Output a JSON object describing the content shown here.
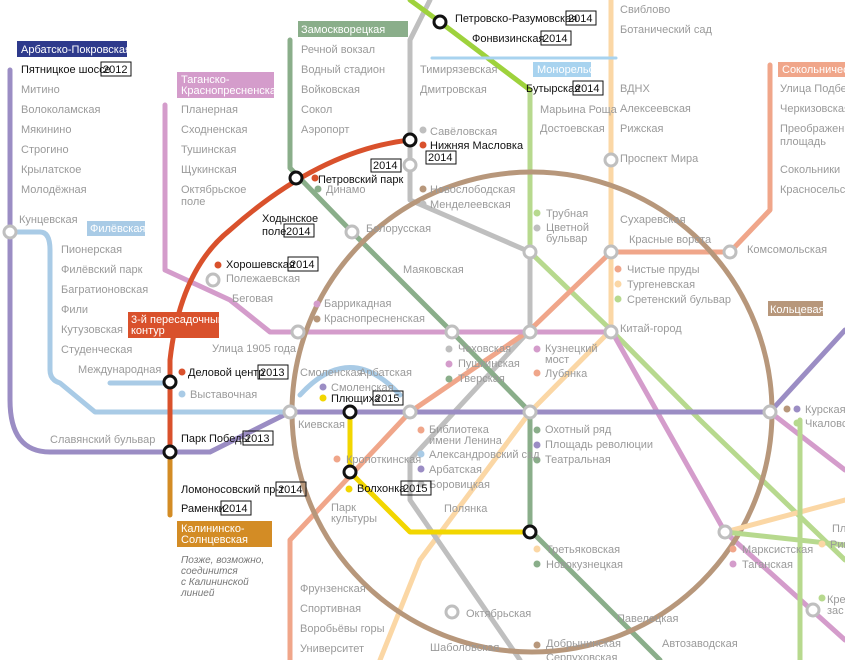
{
  "lines": {
    "arbatsko": {
      "name": "Арбатско-Покровская",
      "color": "#2e3a8c"
    },
    "zamoskvor": {
      "name": "Замоскворецкая",
      "color": "#8aae8a"
    },
    "taganko": {
      "name": "Таганско-Краснопресненская",
      "color": "#d49ccb"
    },
    "filevskaya": {
      "name": "Филёвская",
      "color": "#a9cbe6"
    },
    "third": {
      "name": "3-й пересадочный контур",
      "color": "#d9512c"
    },
    "koltsevaya": {
      "name": "Кольцевая",
      "color": "#b7977b"
    },
    "kalinin": {
      "name": "Калининско-Солнцевская",
      "color": "#d38c25"
    },
    "monorail": {
      "name": "Монорельс",
      "color": "#a8d3ef"
    },
    "sokolnich": {
      "name": "Сокольническая",
      "color": "#f0a68a"
    },
    "lublin": {
      "color": "#b7d98e"
    },
    "kaluzh": {
      "color": "#fbd7a5"
    },
    "serpukh": {
      "color": "#b8b8b8"
    },
    "purple": {
      "color": "#9b8dc4"
    },
    "yellow": {
      "color": "#f2d600"
    }
  },
  "new_years": {
    "petrovsko": "2014",
    "fonvizin": "2014",
    "butyr": "2014",
    "pyatnit": "2012",
    "nizhnyaya": "2014",
    "petrpark": "2014",
    "khodyn": "2014",
    "khoroshev": "2014",
    "delovoy": "2013",
    "plyushikha": "2015",
    "parkpob": "2013",
    "lomonos": "2014",
    "ramenki": "2014",
    "volkhonka": "2015"
  },
  "stations": {
    "petrovsko": "Петровско-Разумовская",
    "fonvizin": "Фонвизинская",
    "butyr": "Бутырская",
    "timiryaz": "Тимирязевская",
    "dmitrov": "Дмитровская",
    "savel": "Савёловская",
    "nizhnyaya": "Нижняя Масловка",
    "petrpark": "Петровский парк",
    "dinamo": "Динамо",
    "khodyn1": "Ходынское",
    "khodyn2": "поле",
    "khoroshev": "Хорошевская",
    "polezh": "Полежаевская",
    "begovaya": "Беговая",
    "ul1905": "Улица 1905 года",
    "delovoy": "Деловой центр",
    "vystav": "Выставочная",
    "mezhdunar": "Международная",
    "parkpob": "Парк Победы",
    "lomonos": "Ломоносовский пр-т",
    "ramenki": "Раменки",
    "rechnoy": "Речной вокзал",
    "vodny": "Водный стадион",
    "voykov": "Войковская",
    "sokol": "Сокол",
    "aeroport": "Аэропорт",
    "planern": "Планерная",
    "skhodn": "Сходненская",
    "tushin": "Тушинская",
    "shchukin": "Щукинская",
    "oktpole1": "Октябрьское",
    "oktpole2": "поле",
    "pyatnit": "Пятницкое шоссе",
    "mitino": "Митино",
    "volokol": "Волоколамская",
    "myakin": "Мякинино",
    "strogino": "Строгино",
    "krylat": "Крылатское",
    "molodezh": "Молодёжная",
    "kuntsev": "Кунцевская",
    "pionersk": "Пионерская",
    "filpark": "Филёвский парк",
    "bagrat": "Багратионовская",
    "fili": "Фили",
    "kutuz": "Кутузовская",
    "studench": "Студенческая",
    "slavyansk": "Славянский бульвар",
    "novoslob": "Новослободская",
    "mendel": "Менделеевская",
    "belorus": "Белорусская",
    "mayakov": "Маяковская",
    "barrik": "Баррикадная",
    "krasnopr": "Краснопресненская",
    "smolensk1": "Смоленская",
    "arbatsk1": "Арбатская",
    "smolensk2": "Смоленская",
    "plyushikha": "Плющиха",
    "kievsk": "Киевская",
    "chekhov": "Чеховская",
    "pushkin": "Пушкинская",
    "tverskaya": "Тверская",
    "kuzn1": "Кузнецкий",
    "kuzn2": "мост",
    "lubyanka": "Лубянка",
    "bibl1": "Библиотека",
    "bibl2": "имени Ленина",
    "aleks": "Александровский сад",
    "arbatsk2": "Арбатская",
    "borovits": "Боровицкая",
    "okhotny": "Охотный ряд",
    "ploshrev": "Площадь революции",
    "teatr": "Театральная",
    "kropotk": "Кропоткинская",
    "volkhonka": "Волхонка",
    "parkkult1": "Парк",
    "parkkult2": "культуры",
    "polyanka": "Полянка",
    "tretyak": "Третьяковская",
    "novokuzn": "Новокузнецкая",
    "marksist": "Марксистская",
    "taganskaya": "Таганская",
    "oktyabr": "Октябрьская",
    "paveletsk": "Павелецкая",
    "dobryn": "Добрынинская",
    "serpukh": "Серпуховская",
    "shabol": "Шаболовская",
    "avtozav": "Автозаводская",
    "frunze": "Фрунзенская",
    "sport": "Спортивная",
    "vorobyov": "Воробьёвы горы",
    "univer": "Университет",
    "trubnaya": "Трубная",
    "tsvetnoy1": "Цветной",
    "tsvetnoy2": "бульвар",
    "sukharev": "Сухаревская",
    "krvorota": "Красные ворота",
    "komsomol": "Комсомольская",
    "chistye": "Чистые пруды",
    "turgenev": "Тургеневская",
    "sreten": "Сретенский бульвар",
    "kitaygor": "Китай-город",
    "kursk": "Курская",
    "chkalov": "Чкаловская",
    "prmira": "Проспект Мира",
    "rizhsk": "Рижская",
    "alekseev": "Алексеевская",
    "vdnkh": "ВДНХ",
    "botsad": "Ботанический сад",
    "sviblovo": "Свиблово",
    "maryina": "Марьина Роща",
    "dostoev": "Достоевская",
    "ulpodb": "Улица Подбе",
    "cherkiz": "Черкизовская",
    "preobr1": "Преображен",
    "preobr2": "площадь",
    "sokolniki": "Сокольники",
    "krasnosel": "Красносельска",
    "rim": "Рим",
    "krest1": "Крес",
    "krest2": "зас",
    "pl_cut": "Пл"
  },
  "note": {
    "l1": "Позже, возможно,",
    "l2": "соединится",
    "l3": "с Калининской",
    "l4": "линией"
  }
}
